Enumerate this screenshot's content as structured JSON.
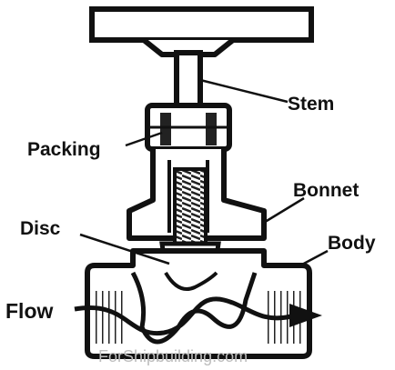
{
  "labels": {
    "stem": "Stem",
    "packing": "Packing",
    "bonnet": "Bonnet",
    "disc": "Disc",
    "body": "Body",
    "flow": "Flow"
  },
  "watermark": "ForShipbuilding.com",
  "colors": {
    "ink": "#111111",
    "background": "#ffffff",
    "watermark": "#bdbdbd"
  }
}
